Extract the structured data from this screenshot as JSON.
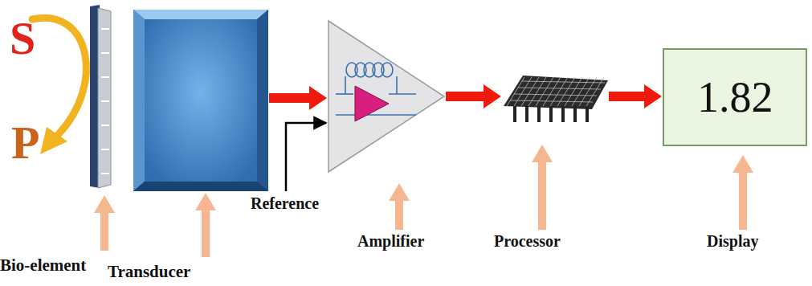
{
  "diagram": {
    "nodes": [
      {
        "text": [
          "Bio-element"
        ]
      },
      {
        "text": [
          "Transducer"
        ]
      },
      {
        "text": [
          "Amplifier"
        ]
      },
      {
        "text": [
          "Processor"
        ]
      },
      {
        "text": [
          "1.82",
          "Display"
        ]
      }
    ],
    "edges": [
      {
        "from": 1,
        "to": 2,
        "arrow": "to"
      },
      {
        "from": 2,
        "to": 3,
        "arrow": "to"
      },
      {
        "from": 3,
        "to": 4,
        "arrow": "to"
      }
    ],
    "labels": [
      "S",
      "P",
      "Reference"
    ]
  }
}
